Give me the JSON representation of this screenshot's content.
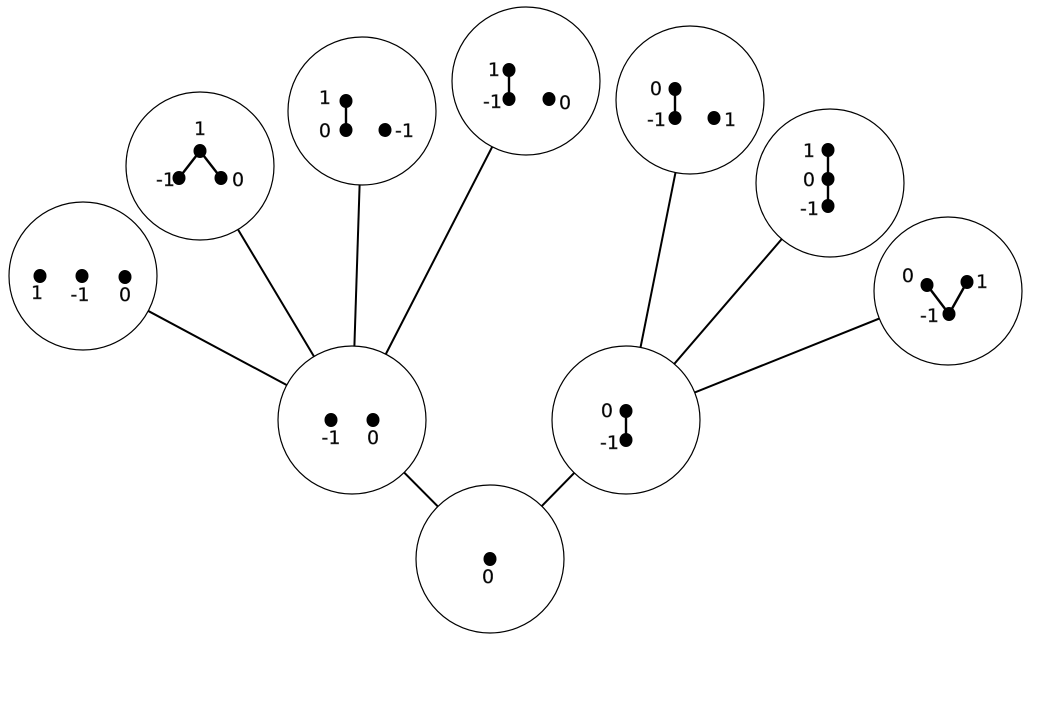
{
  "nodes": [
    {
      "id": "root",
      "points": [
        {
          "label": "0"
        }
      ],
      "edges": []
    },
    {
      "id": "a",
      "points": [
        {
          "label": "-1"
        },
        {
          "label": "0"
        }
      ],
      "edges": []
    },
    {
      "id": "b",
      "points": [
        {
          "label": "0"
        },
        {
          "label": "-1"
        }
      ],
      "edges": [
        [
          0,
          1
        ]
      ]
    },
    {
      "id": "a1",
      "points": [
        {
          "label": "1"
        },
        {
          "label": "-1"
        },
        {
          "label": "0"
        }
      ],
      "edges": []
    },
    {
      "id": "a2",
      "points": [
        {
          "label": "1"
        },
        {
          "label": "-1"
        },
        {
          "label": "0"
        }
      ],
      "edges": [
        [
          0,
          1
        ],
        [
          0,
          2
        ]
      ]
    },
    {
      "id": "a3",
      "points": [
        {
          "label": "1"
        },
        {
          "label": "0"
        },
        {
          "label": "-1"
        }
      ],
      "edges": [
        [
          0,
          1
        ]
      ]
    },
    {
      "id": "a4",
      "points": [
        {
          "label": "1"
        },
        {
          "label": "-1"
        },
        {
          "label": "0"
        }
      ],
      "edges": [
        [
          0,
          1
        ]
      ]
    },
    {
      "id": "b1",
      "points": [
        {
          "label": "0"
        },
        {
          "label": "-1"
        },
        {
          "label": "1"
        }
      ],
      "edges": [
        [
          0,
          1
        ]
      ]
    },
    {
      "id": "b2",
      "points": [
        {
          "label": "1"
        },
        {
          "label": "0"
        },
        {
          "label": "-1"
        }
      ],
      "edges": [
        [
          0,
          1
        ],
        [
          1,
          2
        ]
      ]
    },
    {
      "id": "b3",
      "points": [
        {
          "label": "0"
        },
        {
          "label": "1"
        },
        {
          "label": "-1"
        }
      ],
      "edges": [
        [
          0,
          2
        ],
        [
          1,
          2
        ]
      ]
    }
  ],
  "tree_edges": [
    [
      "root",
      "a"
    ],
    [
      "root",
      "b"
    ],
    [
      "a",
      "a1"
    ],
    [
      "a",
      "a2"
    ],
    [
      "a",
      "a3"
    ],
    [
      "a",
      "a4"
    ],
    [
      "b",
      "b1"
    ],
    [
      "b",
      "b2"
    ],
    [
      "b",
      "b3"
    ]
  ]
}
